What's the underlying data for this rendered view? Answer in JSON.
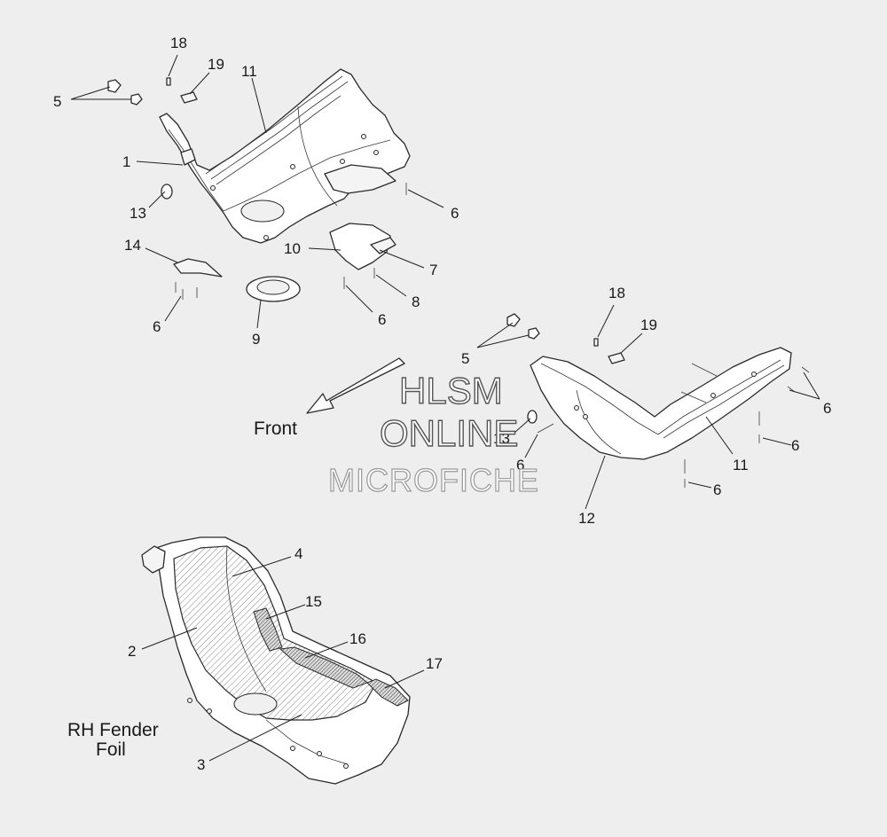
{
  "callouts": {
    "c18a": "18",
    "c19a": "19",
    "c5a": "5",
    "c11a": "11",
    "c1": "1",
    "c13a": "13",
    "c6a": "6",
    "c14": "14",
    "c10": "10",
    "c7": "7",
    "c8": "8",
    "c6b": "6",
    "c6c": "6",
    "c9": "9",
    "c18b": "18",
    "c19b": "19",
    "c5b": "5",
    "c6d": "6",
    "c13b": "13",
    "c6e": "6",
    "c6f": "6",
    "c11b": "11",
    "c6g": "6",
    "c12": "12",
    "c4": "4",
    "c15": "15",
    "c2": "2",
    "c16": "16",
    "c17": "17",
    "c3": "3"
  },
  "front_label": "Front",
  "caption_line1": "RH Fender",
  "caption_line2": "Foil",
  "watermark": {
    "line1": "HLSM",
    "line2": "ONLINE",
    "line3": "MICROFICHE"
  }
}
